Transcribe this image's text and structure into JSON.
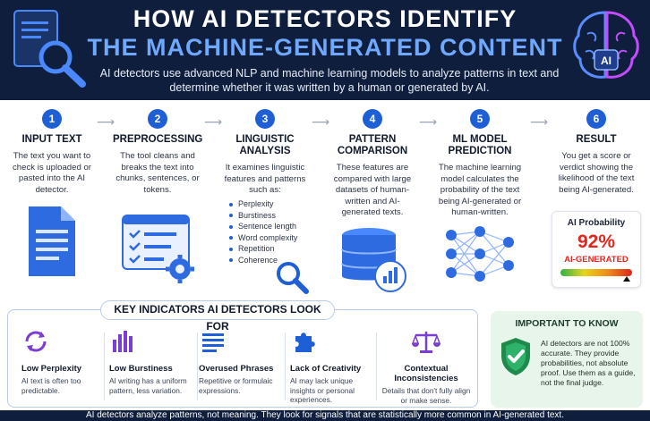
{
  "header": {
    "title_line1": "HOW AI DETECTORS IDENTIFY",
    "title_line2": "THE MACHINE-GENERATED CONTENT",
    "subtitle": "AI detectors use advanced NLP and machine learning models to analyze patterns in text and determine whether it was written by a human or generated by AI.",
    "brain_badge": "AI"
  },
  "steps": [
    {
      "num": "1",
      "title": "INPUT TEXT",
      "desc": "The text you want to check is uploaded or pasted into the AI detector."
    },
    {
      "num": "2",
      "title": "PREPROCESSING",
      "desc": "The tool cleans and breaks the text into chunks, sentences, or tokens."
    },
    {
      "num": "3",
      "title": "LINGUISTIC ANALYSIS",
      "desc": "It examines linguistic features and patterns such as:",
      "features": [
        "Perplexity",
        "Burstiness",
        "Sentence length",
        "Word complexity",
        "Repetition",
        "Coherence"
      ]
    },
    {
      "num": "4",
      "title": "PATTERN COMPARISON",
      "desc": "These features are compared with large datasets of human-written and AI-generated texts."
    },
    {
      "num": "5",
      "title": "ML MODEL PREDICTION",
      "desc": "The machine learning model calculates the probability of the text being AI-generated or human-written."
    },
    {
      "num": "6",
      "title": "RESULT",
      "desc": "You get a score or verdict showing the likelihood of the text being AI-generated."
    }
  ],
  "probability_card": {
    "title": "AI Probability",
    "value": "92%",
    "label": "AI-GENERATED",
    "level": 0.92
  },
  "key_indicators": {
    "title": "KEY INDICATORS AI DETECTORS LOOK FOR",
    "items": [
      {
        "icon": "cycle-arrows-icon",
        "title": "Low Perplexity",
        "desc": "AI text is often too predictable."
      },
      {
        "icon": "bar-chart-icon",
        "title": "Low Burstiness",
        "desc": "AI writing has a uniform pattern, less variation."
      },
      {
        "icon": "text-lines-icon",
        "title": "Overused Phrases",
        "desc": "Repetitive or formulaic expressions."
      },
      {
        "icon": "puzzle-icon",
        "title": "Lack of Creativity",
        "desc": "AI may lack unique insights or personal experiences."
      },
      {
        "icon": "scales-icon",
        "title": "Contextual Inconsistencies",
        "desc": "Details that don't fully align or make sense."
      }
    ]
  },
  "important": {
    "title": "IMPORTANT TO KNOW",
    "text": "AI detectors are not 100% accurate. They provide probabilities, not absolute proof. Use them as a guide, not the final judge."
  },
  "footer": {
    "text": "AI detectors analyze patterns, not meaning. They look for signals that are statistically more common in AI-generated text."
  },
  "colors": {
    "navy": "#0f1e3c",
    "accent_blue": "#1f5fd6",
    "title_blue": "#6fa8ff",
    "alert_red": "#e0261f",
    "important_green_bg": "#e7f5ea"
  }
}
